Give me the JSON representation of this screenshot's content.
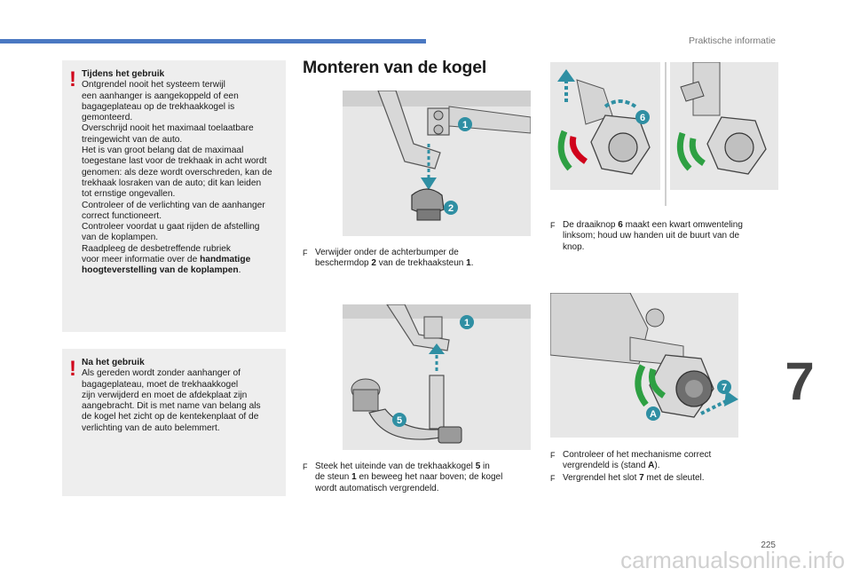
{
  "header": {
    "section": "Praktische informatie"
  },
  "notice_box_1": {
    "title": "Tijdens het gebruik",
    "lines": [
      "Ontgrendel nooit het systeem terwijl",
      "een aanhanger is aangekoppeld of een",
      "bagageplateau op de trekhaakkogel is",
      "gemonteerd.",
      "Overschrijd nooit het maximaal toelaatbare",
      "treingewicht van de auto.",
      "Het is van groot belang dat de maximaal",
      "toegestane last voor de trekhaak in acht wordt",
      "genomen: als deze wordt overschreden, kan de",
      "trekhaak losraken van de auto; dit kan leiden",
      "tot ernstige ongevallen.",
      "Controleer of de verlichting van de aanhanger",
      "correct functioneert.",
      "Controleer voordat u gaat rijden de afstelling",
      "van de koplampen.",
      "Raadpleeg de desbetreffende rubriek"
    ],
    "last_line_prefix": "voor meer informatie over de ",
    "last_line_bold": "handmatige",
    "final_bold": "hoogteverstelling van de koplampen",
    "final_suffix": "."
  },
  "notice_box_2": {
    "title": "Na het gebruik",
    "lines": [
      "Als gereden wordt zonder aanhanger of",
      "bagageplateau, moet de trekhaakkogel",
      "zijn verwijderd en moet de afdekplaat zijn",
      "aangebracht. Dit is met name van belang als",
      "de kogel het zicht op de kentekenplaat of de",
      "verlichting van de auto belemmert."
    ]
  },
  "main": {
    "title": "Monteren van de kogel"
  },
  "captions": {
    "marker": "F",
    "step1": {
      "pre": "Verwijder onder de achterbumper de",
      "line2_pre": "beschermdop ",
      "b1": "2",
      "mid": " van de trekhaaksteun ",
      "b2": "1",
      "post": "."
    },
    "step2": {
      "pre": "De draaiknop ",
      "b1": "6",
      "post": " maakt een kwart omwenteling",
      "line2": "linksom; houd uw handen uit de buurt van de",
      "line3": "knop."
    },
    "step3": {
      "pre": "Steek het uiteinde van de trekhaakkogel ",
      "b1": "5",
      "post": " in",
      "line2_pre": "de steun ",
      "b2": "1",
      "line2_post": " en beweeg het naar boven; de kogel",
      "line3": "wordt automatisch vergrendeld."
    },
    "step4": {
      "line1": "Controleer of het mechanisme correct",
      "line2_pre": "vergrendeld is (stand ",
      "b1": "A",
      "line2_post": ")."
    },
    "step5": {
      "pre": "Vergrendel het slot ",
      "b1": "7",
      "post": " met de sleutel."
    }
  },
  "badges": {
    "one": "1",
    "two": "2",
    "five": "5",
    "six": "6",
    "seven": "7",
    "a": "A"
  },
  "colors": {
    "accent_blue": "#4a78c2",
    "badge_teal": "#2f8fa3",
    "arrow_teal": "#2f8fa3",
    "warn_red": "#d0021b",
    "lock_green": "#2ea043"
  },
  "chapter": "7",
  "page_number": "225",
  "watermark": "carmanualsonline.info"
}
